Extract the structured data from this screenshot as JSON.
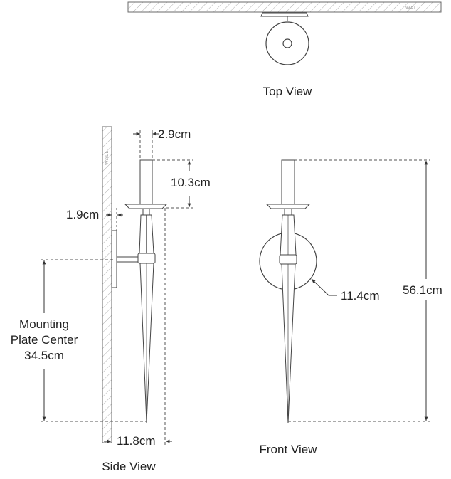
{
  "views": {
    "top": "Top View",
    "side": "Side View",
    "front": "Front View"
  },
  "wall_labels": {
    "top": "WALL",
    "side": "WALL"
  },
  "dimensions": {
    "top_width": "2.9cm",
    "cup_height": "10.3cm",
    "projection": "1.9cm",
    "mount_line1": "Mounting",
    "mount_line2": "Plate Center",
    "mount_value": "34.5cm",
    "depth": "11.8cm",
    "plate_diameter": "11.4cm",
    "overall_height": "56.1cm"
  },
  "colors": {
    "line": "#3a3a3a",
    "dashed": "#555555",
    "hatch": "#b0b0b0"
  }
}
